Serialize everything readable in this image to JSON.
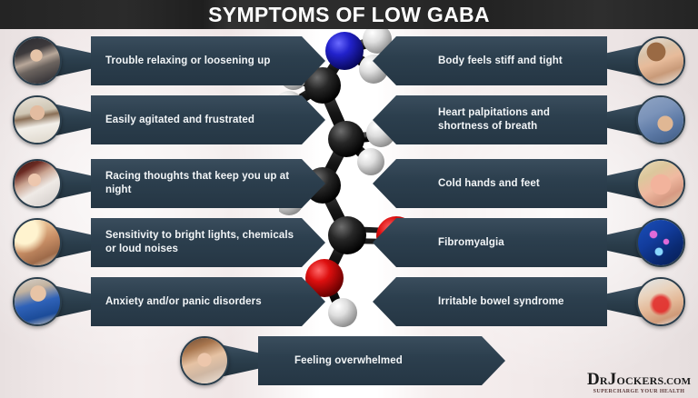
{
  "header": {
    "title": "SYMPTOMS OF LOW GABA"
  },
  "colors": {
    "panel_dark": "#2c3f4e",
    "panel_light": "#3a4d5d",
    "header_bar": "#262626",
    "text_on_panel": "#f2f5f7",
    "nitrogen_blue": "#1414c8",
    "oxygen_red": "#d40000",
    "carbon_black": "#1e1e1e",
    "hydrogen_white": "#e8e8e8",
    "background_tint": "#efe7e7"
  },
  "molecule": {
    "name": "gaba-molecule",
    "description": "GABA ball-and-stick model",
    "atoms": [
      {
        "element": "N",
        "label": "nitrogen"
      },
      {
        "element": "H",
        "label": "hydrogen"
      },
      {
        "element": "H",
        "label": "hydrogen"
      },
      {
        "element": "C",
        "label": "carbon"
      },
      {
        "element": "H",
        "label": "hydrogen"
      },
      {
        "element": "H",
        "label": "hydrogen"
      },
      {
        "element": "C",
        "label": "carbon"
      },
      {
        "element": "H",
        "label": "hydrogen"
      },
      {
        "element": "H",
        "label": "hydrogen"
      },
      {
        "element": "C",
        "label": "carbon"
      },
      {
        "element": "H",
        "label": "hydrogen"
      },
      {
        "element": "H",
        "label": "hydrogen"
      },
      {
        "element": "C",
        "label": "carbon"
      },
      {
        "element": "O",
        "label": "oxygen-double-bond"
      },
      {
        "element": "O",
        "label": "oxygen-hydroxyl"
      },
      {
        "element": "H",
        "label": "hydrogen"
      }
    ]
  },
  "symptoms": {
    "left": [
      {
        "label": "Trouble relaxing or loosening up",
        "photo": "man-holding-head-stressed"
      },
      {
        "label": "Easily agitated and frustrated",
        "photo": "woman-looking-frustrated"
      },
      {
        "label": "Racing thoughts that keep you up at night",
        "photo": "woman-awake-in-bed"
      },
      {
        "label": "Sensitivity to bright lights, chemicals or loud noises",
        "photo": "person-shielding-eyes-from-light"
      },
      {
        "label": "Anxiety and/or panic disorders",
        "photo": "woman-covering-face-anxious"
      }
    ],
    "right": [
      {
        "label": "Body feels stiff and tight",
        "photo": "woman-with-neck-pain"
      },
      {
        "label": "Heart palpitations and shortness of breath",
        "photo": "person-clutching-chest"
      },
      {
        "label": "Cold hands and feet",
        "photo": "hands-rubbing-together"
      },
      {
        "label": "Fibromyalgia",
        "photo": "blue-body-pain-points-diagram"
      },
      {
        "label": "Irritable bowel syndrome",
        "photo": "hands-on-abdomen-pain"
      }
    ],
    "bottom": {
      "label": "Feeling overwhelmed",
      "photo": "woman-hands-on-head-overwhelmed"
    }
  },
  "logo": {
    "prefix": "D",
    "prefix_rest": "R",
    "name_first": "J",
    "name_rest": "OCKERS",
    "domain": ".COM",
    "tagline": "SUPERCHARGE YOUR HEALTH"
  }
}
